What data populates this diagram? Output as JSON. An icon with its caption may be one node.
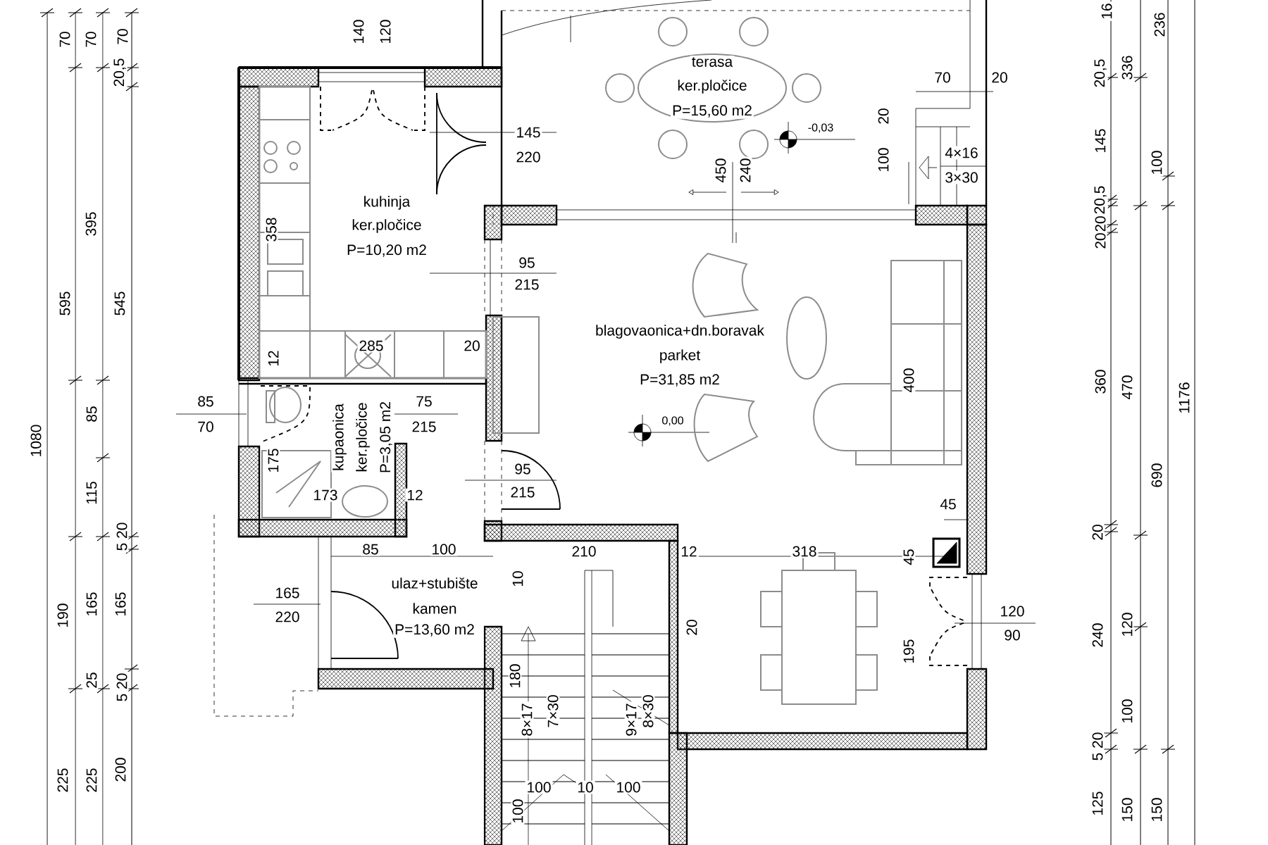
{
  "diagram": {
    "labels": [
      "70",
      "70",
      "20,5",
      "70",
      "140",
      "120",
      "terasa",
      "ker.pločice",
      "P=15,60 m2",
      "16",
      "236",
      "20,5",
      "336",
      "70",
      "20",
      "-0,03",
      "20",
      "145",
      "220",
      "145",
      "100",
      "4×16",
      "3×30",
      "100",
      "450",
      "240",
      "20,5",
      "20",
      "20",
      "395",
      "358",
      "kuhinja",
      "ker.pločice",
      "P=10,20 m2",
      "95",
      "215",
      "595",
      "545",
      "blagovaonica+dn.boravak",
      "parket",
      "P=31,85 m2",
      "400",
      "360",
      "470",
      "1176",
      "285",
      "20",
      "12",
      "85",
      "70",
      "75",
      "215",
      "85",
      "1080",
      "kupaonica",
      "ker.pločice",
      "P=3,05 m2",
      "0,00",
      "175",
      "95",
      "215",
      "690",
      "115",
      "173",
      "12",
      "45",
      "5 20",
      "20",
      "85",
      "100",
      "210",
      "12",
      "318",
      "45",
      "ulaz+stubište",
      "10",
      "kamen",
      "P=13,60 m2",
      "165",
      "220",
      "190",
      "165",
      "165",
      "120",
      "90",
      "120",
      "240",
      "20",
      "195",
      "180",
      "25",
      "5 20",
      "100",
      "8×17",
      "7×30",
      "9×17",
      "8×30",
      "5 20",
      "200",
      "225",
      "225",
      "100",
      "10",
      "100",
      "100",
      "125",
      "150",
      "150"
    ]
  }
}
